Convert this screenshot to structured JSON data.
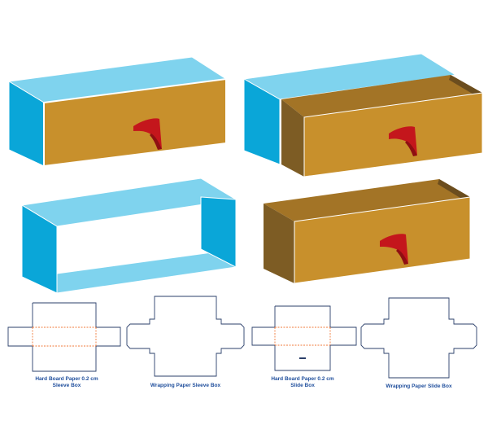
{
  "colors": {
    "sleeve_top": "#7fd3ee",
    "sleeve_side": "#0aa6d8",
    "tray_front": "#c8902c",
    "tray_side": "#7d5c24",
    "tray_inner": "#a37426",
    "ribbon": "#c4161c",
    "ribbon_dark": "#8e0f12",
    "dieline_cut": "#2b3f6a",
    "dieline_fold": "#f07a3a",
    "caption_text": "#1f4e9c"
  },
  "dielines": [
    {
      "title": "Hard Board Paper 0.2 cm",
      "subtitle": "Sleeve Box"
    },
    {
      "title": "Wrapping Paper Sleeve Box",
      "subtitle": ""
    },
    {
      "title": "Hard Board Paper 0.2 cm",
      "subtitle": "Slide Box"
    },
    {
      "title": "Wrapping Paper Slide Box",
      "subtitle": ""
    }
  ]
}
